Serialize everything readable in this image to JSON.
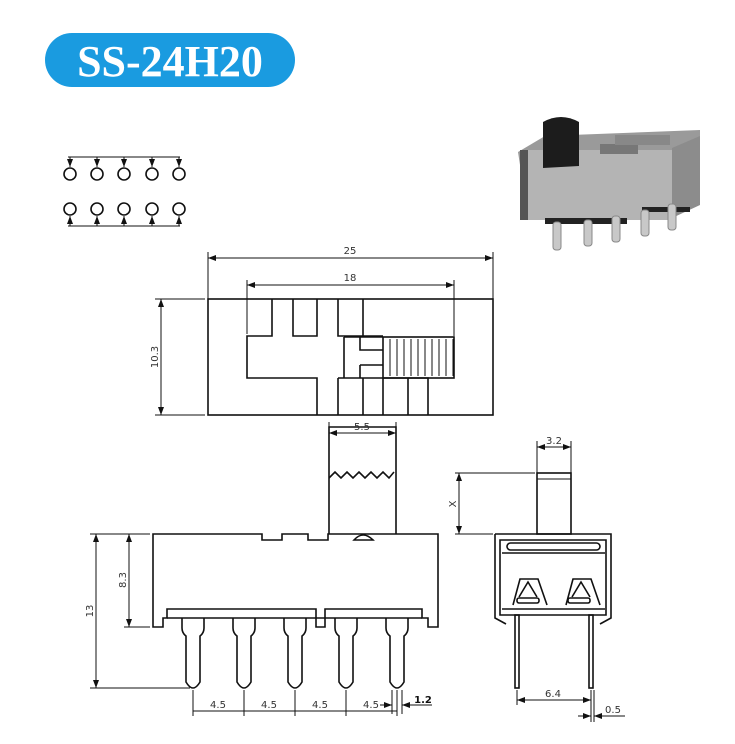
{
  "title": "SS-24H20",
  "colors": {
    "title_bg": "#1a9be0",
    "line": "#111111"
  },
  "top_view": {
    "width_total": "25",
    "width_inner": "18",
    "height": "10.3"
  },
  "side_view": {
    "actuator_width": "5.5",
    "body_height": "8.3",
    "total_height": "13",
    "pitch_labels": [
      "4.5",
      "4.5",
      "4.5",
      "4.5"
    ],
    "pin_width": "1.2"
  },
  "end_view": {
    "actuator_width": "3.2",
    "actuator_height": "X",
    "pin_spacing": "6.4",
    "pin_thickness": "0.5"
  }
}
